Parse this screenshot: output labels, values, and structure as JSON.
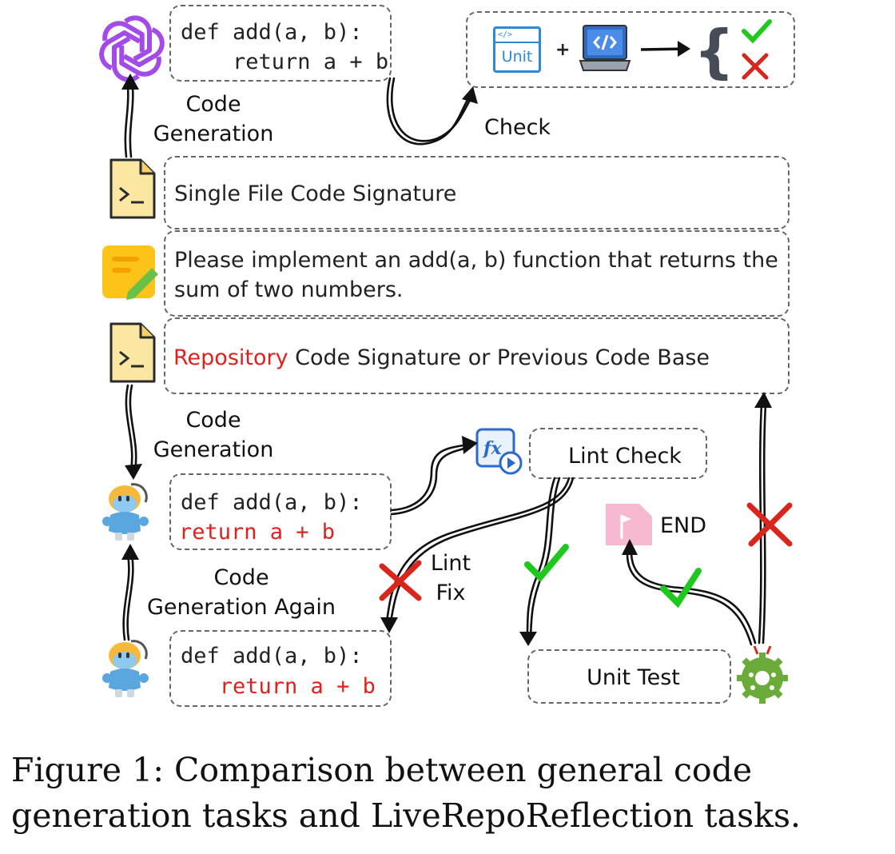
{
  "top": {
    "code_line1": "def add(a, b):",
    "code_line2": "    return a + b",
    "code_gen_label": "Code\nGeneration",
    "check_label": "Check",
    "unit_badge": "Unit",
    "plus": "+"
  },
  "inputs": {
    "single_file": "Single File Code Signature",
    "instruction": "Please implement an add(a, b) function that returns the sum of two numbers.",
    "repo_highlight": "Repository",
    "repo_rest": " Code Signature or Previous Code Base"
  },
  "bottom": {
    "code_gen_label": "Code\nGeneration",
    "code1_line1": "def add(a, b):",
    "code1_line2": "return a + b",
    "code_gen_again_label": "Code\nGeneration Again",
    "code2_line1": "def add(a, b):",
    "code2_line2": "   return a + b",
    "lint_check": "Lint Check",
    "lint_fix": "Lint\nFix",
    "end_label": "END",
    "unit_test": "Unit Test"
  },
  "caption": "Figure 1: Comparison between general code generation tasks and LiveRepoReflection tasks.",
  "colors": {
    "highlight": "#e0201c",
    "check": "#1ec81e",
    "cross": "#d9261c",
    "accent": "#8a2be2"
  }
}
